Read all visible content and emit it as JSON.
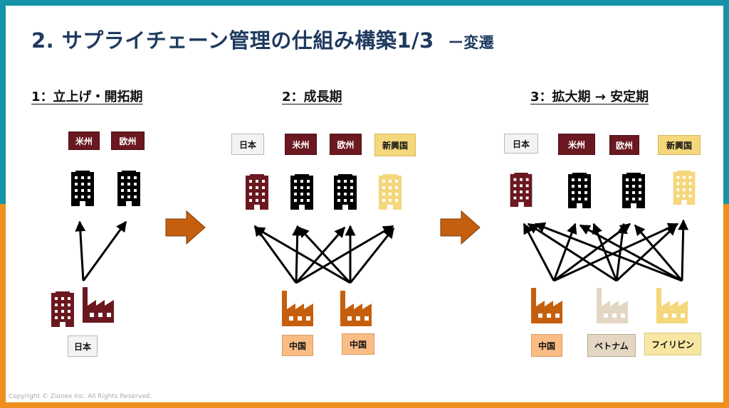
{
  "slide": {
    "title": "2. サプライチェーン管理の仕組み構築1/3",
    "subtitle": "ー変遷",
    "copyright": "Copyright © Zionex Inc. All Rights Reserved."
  },
  "phases": [
    {
      "heading": "1：立上げ・開拓期",
      "markets": [
        "米州",
        "欧州"
      ],
      "factories": [
        "日本"
      ]
    },
    {
      "heading": "2：成長期",
      "markets": [
        "日本",
        "米州",
        "欧州",
        "新興国"
      ],
      "factories": [
        "中国",
        "中国"
      ]
    },
    {
      "heading": "3：拡大期 → 安定期",
      "markets": [
        "日本",
        "米州",
        "欧州",
        "新興国"
      ],
      "factories": [
        "中国",
        "ベトナム",
        "フイリピン"
      ]
    }
  ],
  "colors": {
    "frame_top": "#1693a8",
    "frame_bottom": "#ef8f1d",
    "title": "#1f3a5f",
    "dark_red": "#6b1820",
    "black_building": "#000000",
    "yellow": "#f5d77c",
    "orange_factory": "#c65f0d",
    "transition_arrow": "#c65f0d"
  },
  "icons": [
    "office-building-icon",
    "factory-icon",
    "right-arrow-icon"
  ]
}
